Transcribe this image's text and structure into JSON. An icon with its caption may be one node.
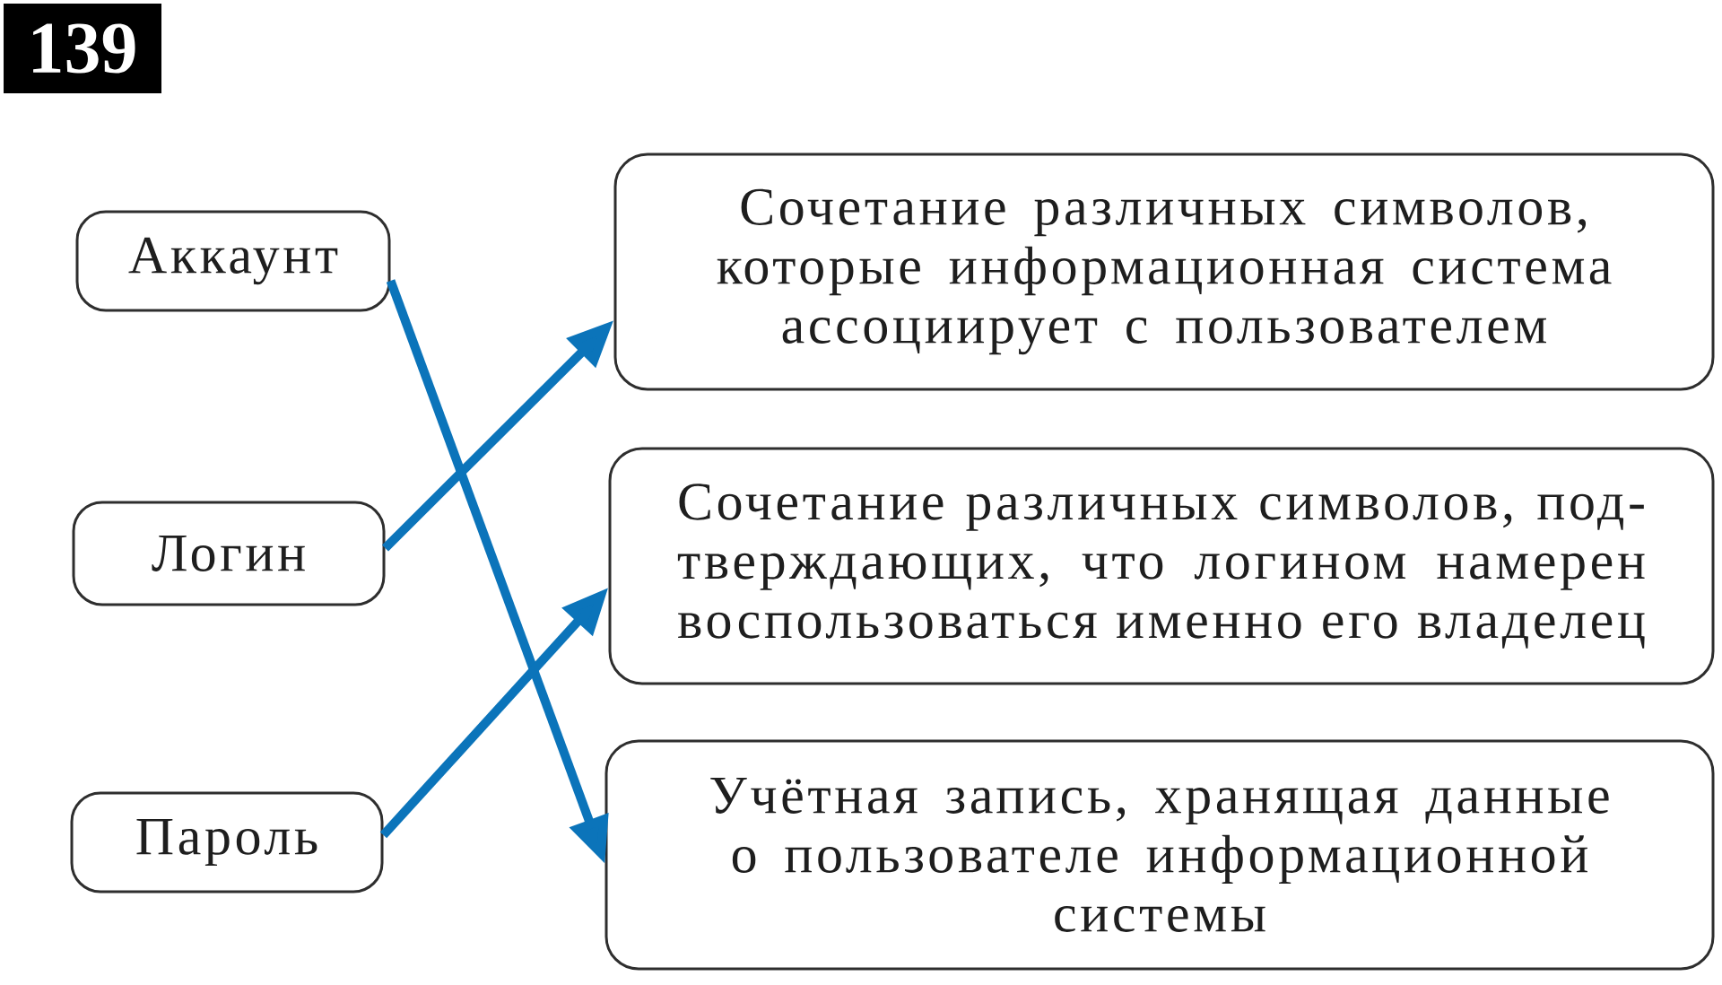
{
  "diagram": {
    "nodes": [
      {
        "text": [
          "Аккаунт"
        ]
      },
      {
        "text": [
          "Логин"
        ]
      },
      {
        "text": [
          "Пароль"
        ]
      },
      {
        "text": [
          "Сочетание различных символов, которые информационная система ассоциирует с пользователем"
        ]
      },
      {
        "text": [
          "Сочетание различных символов, под-тверждающих, что логином намерен воспользоваться именно его владелец"
        ]
      },
      {
        "text": [
          "Учётная запись, хранящая данные о пользователе информационной системы"
        ]
      }
    ],
    "edges": [
      {
        "from": 0,
        "to": 5,
        "arrow": "to"
      },
      {
        "from": 1,
        "to": 3,
        "arrow": "to"
      },
      {
        "from": 2,
        "to": 4,
        "arrow": "to"
      }
    ],
    "labels": [
      "139"
    ]
  }
}
